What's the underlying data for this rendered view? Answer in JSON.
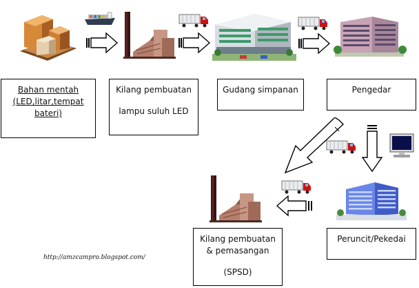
{
  "nodes": [
    {
      "id": "bahan-mentah",
      "lines": [
        "Bahan mentah",
        "(LED,litar,tempat",
        "bateri)"
      ]
    },
    {
      "id": "kilang-pembuatan-lampu",
      "lines": [
        "Kilang pembuatan",
        "lampu suluh LED"
      ]
    },
    {
      "id": "gudang-simpanan",
      "lines": [
        "Gudang simpanan"
      ]
    },
    {
      "id": "pengedar",
      "lines": [
        "Pengedar"
      ]
    },
    {
      "id": "peruncit",
      "lines": [
        "Peruncit/Pekedai"
      ]
    },
    {
      "id": "kilang-pemasangan",
      "lines": [
        "Kilang pembuatan",
        "& pemasangan",
        "(SPSD)"
      ]
    }
  ],
  "url": "http://amzcampro.blogspot.com/",
  "icons": [
    "boxes-icon",
    "cargo-ship-icon",
    "factory-icon",
    "truck-icon",
    "warehouse-icon",
    "office-building-icon",
    "computer-icon",
    "arrow-icon"
  ],
  "colors": {
    "truck_cab": "#d01010",
    "building_blue": "#4b6fd8",
    "brick": "#a06a58"
  }
}
